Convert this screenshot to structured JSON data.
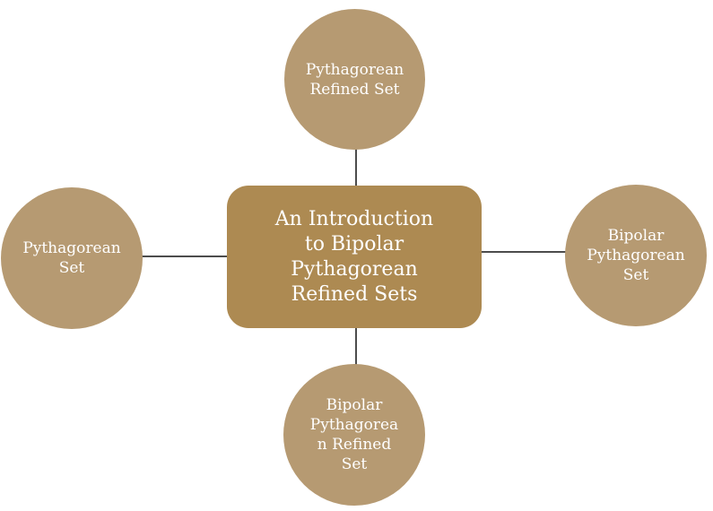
{
  "diagram": {
    "center": {
      "label": "An Introduction to Bipolar Pythagorean Refined Sets"
    },
    "nodes": {
      "top": {
        "label": "Pythagorean\nRefined Set"
      },
      "left": {
        "label": "Pythagorean\nSet"
      },
      "right": {
        "label": "Bipolar\nPythagorean\nSet"
      },
      "bottom": {
        "label": "Bipolar\nPythagorea\nn Refined\nSet"
      }
    },
    "colors": {
      "center_fill": "#ad8a52",
      "node_fill": "#b69a72",
      "text": "#ffffff",
      "arrow": "#111111"
    }
  }
}
